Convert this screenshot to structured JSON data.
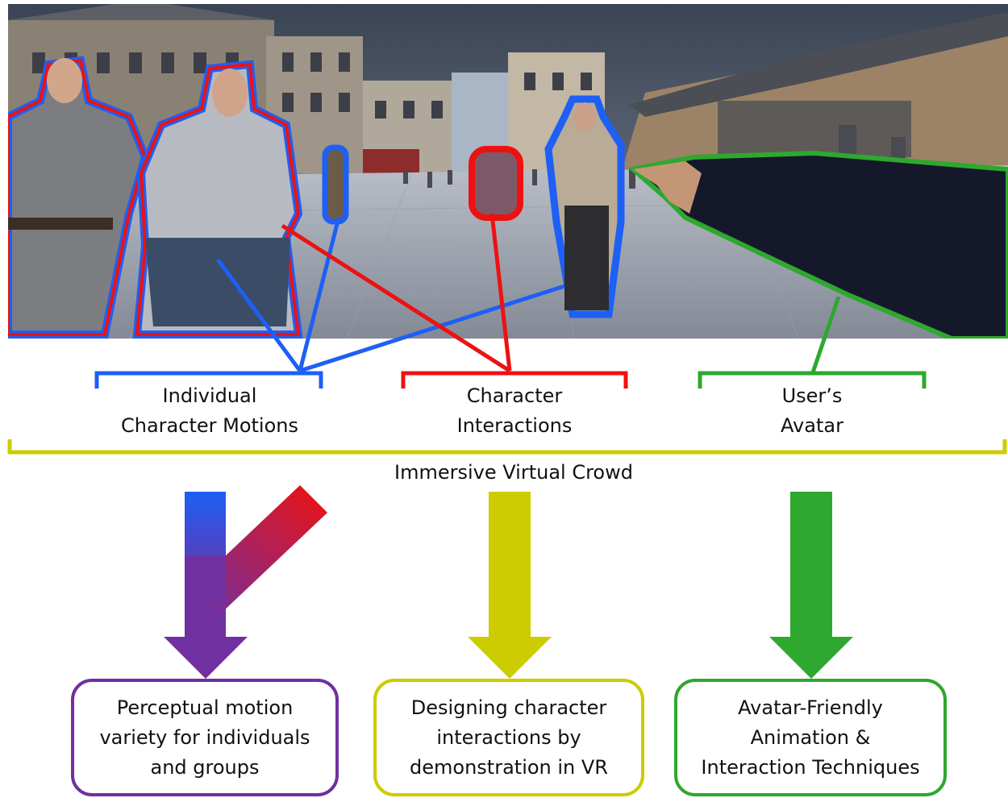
{
  "categories": {
    "individual": {
      "line1": "Individual",
      "line2": "Character Motions",
      "color": "#1e5ff5"
    },
    "interactions": {
      "line1": "Character",
      "line2": "Interactions",
      "color": "#ee1111"
    },
    "avatar": {
      "line1": "User’s",
      "line2": "Avatar",
      "color": "#2ea82e"
    }
  },
  "crowd": {
    "label": "Immersive Virtual Crowd",
    "color": "#cccc00"
  },
  "outcomes": {
    "perceptual": {
      "line1": "Perceptual motion",
      "line2": "variety for individuals",
      "line3": "and groups",
      "color": "#7030a0"
    },
    "designing": {
      "line1": "Designing character",
      "line2": "interactions by",
      "line3": "demonstration in VR",
      "color": "#cccc00"
    },
    "avatar_friendly": {
      "line1": "Avatar-Friendly",
      "line2": "Animation &",
      "line3": "Interaction Techniques",
      "color": "#2ea82e"
    }
  }
}
